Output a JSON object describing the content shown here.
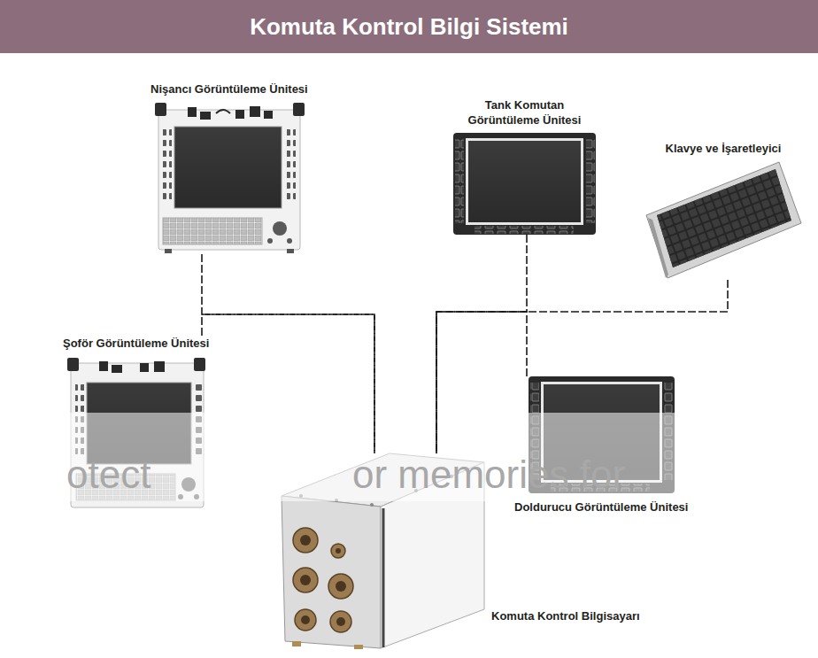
{
  "diagram": {
    "title": "Komuta Kontrol Bilgi Sistemi",
    "nodes": [
      {
        "text": [
          "Nişancı Görüntüleme Ünitesi"
        ]
      },
      {
        "text": [
          "Tank Komutan Görüntüleme Ünitesi"
        ]
      },
      {
        "text": [
          "Klavye ve İşaretleyici"
        ]
      },
      {
        "text": [
          "Şoför Görüntüleme Ünitesi"
        ]
      },
      {
        "text": [
          "Doldurucu Görüntüleme Ünitesi"
        ]
      },
      {
        "text": [
          "Komuta Kontrol Bilgisayarı"
        ]
      }
    ],
    "edges": [
      {
        "from": 0,
        "to": 5,
        "arrow": "none"
      },
      {
        "from": 1,
        "to": 5,
        "arrow": "none"
      },
      {
        "from": 2,
        "to": 5,
        "arrow": "none"
      },
      {
        "from": 3,
        "to": 5,
        "arrow": "none"
      },
      {
        "from": 4,
        "to": 5,
        "arrow": "none"
      }
    ],
    "labels": [
      "otect",
      "or memories for"
    ]
  }
}
